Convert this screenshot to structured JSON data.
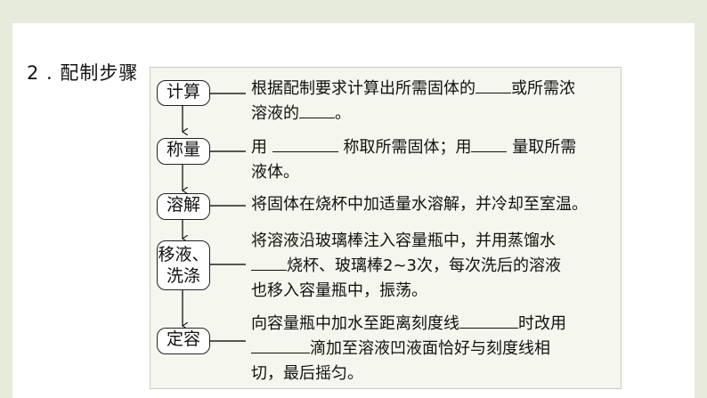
{
  "section": {
    "number": "2",
    "title": "配制步骤"
  },
  "steps": [
    {
      "label": "计算"
    },
    {
      "label": "称量"
    },
    {
      "label": "溶解"
    },
    {
      "label_line1": "移液、",
      "label_line2": "洗涤"
    },
    {
      "label": "定容"
    }
  ],
  "descriptions": {
    "calc": {
      "l1a": "根据配制要求计算出所需固体的",
      "l1b": "或所需浓",
      "l2a": "溶液的",
      "l2b": "。"
    },
    "weigh": {
      "l1a": "用",
      "l1b": "称取所需固体；用",
      "l1c": "量取所需",
      "l2": "液体。"
    },
    "dissolve": {
      "l1": "将固体在烧杯中加适量水溶解，并冷却至室温。"
    },
    "transfer": {
      "l1": "将溶液沿玻璃棒注入容量瓶中，并用蒸馏水",
      "l2b": "烧杯、玻璃棒2~3次，每次洗后的溶液",
      "l3": "也移入容量瓶中，振荡。"
    },
    "volume": {
      "l1a": "向容量瓶中加水至距离刻度线",
      "l1b": "时改用",
      "l2b": "滴加至溶液凹液面恰好与刻度线相",
      "l3": "切，最后摇匀。"
    }
  }
}
